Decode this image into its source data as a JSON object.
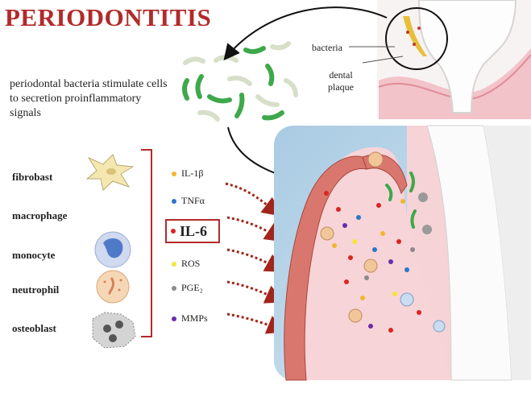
{
  "title": "PERIODONTITIS",
  "description": "periodontal bacteria stimulate cells to secretion proinflammatory signals",
  "tooth_labels": {
    "bacteria": "bacteria",
    "dental_plaque": "dental\nplaque"
  },
  "cells": [
    "fibrobast",
    "macrophage",
    "monocyte",
    "neutrophil",
    "osteoblast"
  ],
  "signals": [
    {
      "label": "IL-1β",
      "color": "#f2b531"
    },
    {
      "label": "TNFα",
      "color": "#2a78c6"
    },
    {
      "label": "IL-6",
      "color": "#d9261f",
      "highlight": true
    },
    {
      "label": "ROS",
      "color": "#f6e43a"
    },
    {
      "label": "PGE₂",
      "color": "#8a8a8a"
    },
    {
      "label": "MMPs",
      "color": "#6a2da8"
    }
  ],
  "colors": {
    "title": "#b22a2a",
    "tissue": "#d9776e",
    "arrow": "#a0261c",
    "bacteria": "#3ea84a"
  }
}
